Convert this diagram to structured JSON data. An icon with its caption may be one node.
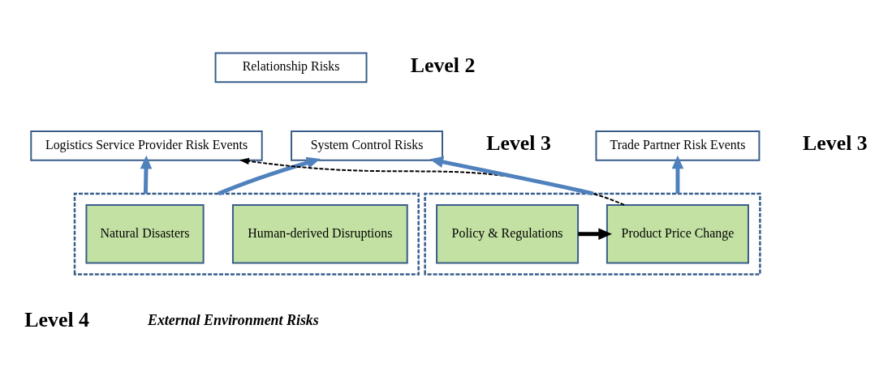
{
  "diagram": {
    "nodes": [
      {
        "text": [
          "Logistics Service Provider Risk Events"
        ]
      },
      {
        "text": [
          "Relationship Risks"
        ]
      },
      {
        "text": [
          "System Control Risks"
        ]
      },
      {
        "text": [
          "Trade Partner Risk Events"
        ]
      },
      {
        "text": [],
        "shape": "box"
      },
      {
        "text": [
          "Natural Disasters"
        ],
        "in": 4
      },
      {
        "text": [
          "Human-derived Disruptions"
        ],
        "in": 4
      },
      {
        "text": [],
        "shape": "box"
      },
      {
        "text": [
          "Product Price Change"
        ],
        "in": 7
      },
      {
        "text": [
          "Policy & Regulations"
        ],
        "in": 7
      }
    ],
    "edges": [
      {
        "from": 4,
        "to": 0,
        "arrow": "to"
      },
      {
        "from": 4,
        "to": 2,
        "arrow": "to"
      },
      {
        "from": 7,
        "to": 2,
        "arrow": "to"
      },
      {
        "from": 7,
        "to": 3,
        "arrow": "to"
      },
      {
        "from": 8,
        "to": 0,
        "arrow": "to",
        "style": "dashed",
        "color": "#000000"
      },
      {
        "from": 9,
        "to": 8,
        "arrow": "to",
        "color": "#000000"
      }
    ],
    "labels": [
      "Level 2",
      "Level 3",
      "Level 3",
      "Level 4",
      "External Environment Risks"
    ]
  }
}
